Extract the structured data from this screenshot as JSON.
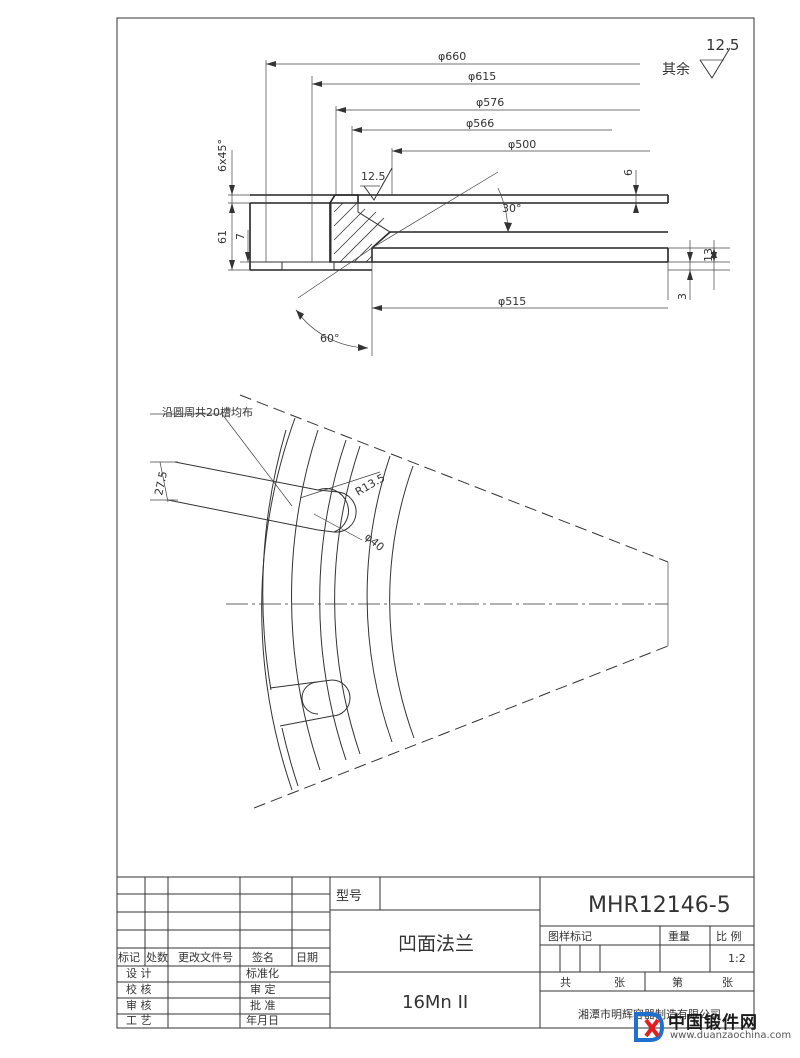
{
  "drawing": {
    "dimensions": {
      "d660": "φ660",
      "d615": "φ615",
      "d576": "φ576",
      "d566": "φ566",
      "d500": "φ500",
      "d515": "φ515",
      "chamfer": "6x45°",
      "h61": "61",
      "h7": "7",
      "h6": "6",
      "h13": "13",
      "h3": "3",
      "angle30": "30°",
      "angle60": "60°",
      "r135": "R13.5",
      "w275": "27.5",
      "d40": "φ40",
      "rough_local": "12.5",
      "rough_general": "12.5",
      "rough_rest": "其余"
    },
    "note_slots": "沿圆周共20槽均布"
  },
  "title_block": {
    "model_label": "型号",
    "drawing_number": "MHR12146-5",
    "part_name": "凹面法兰",
    "material": "16Mn II",
    "sample_mark": "图样标记",
    "weight_label": "重量",
    "scale_label": "比 例",
    "scale_value": "1:2",
    "total_label": "共",
    "sheet_unit": "张",
    "sheet_label": "第",
    "sheet_unit2": "张",
    "company": "湘潭市明辉容器制造有限公司",
    "rev_headers": [
      "标记",
      "处数",
      "更改文件号",
      "签名",
      "日期"
    ],
    "roles": {
      "design": "设 计",
      "standardize": "标准化",
      "check": "校 核",
      "review": "审 定",
      "audit": "审 核",
      "approve": "批 准",
      "process": "工 艺",
      "date": "年月日"
    }
  },
  "watermark": {
    "title": "中国锻件网",
    "url": "www.duanzaochina.com"
  },
  "colors": {
    "line": "#333333",
    "logo_red": "#e02020",
    "logo_blue": "#1e6fd0"
  }
}
